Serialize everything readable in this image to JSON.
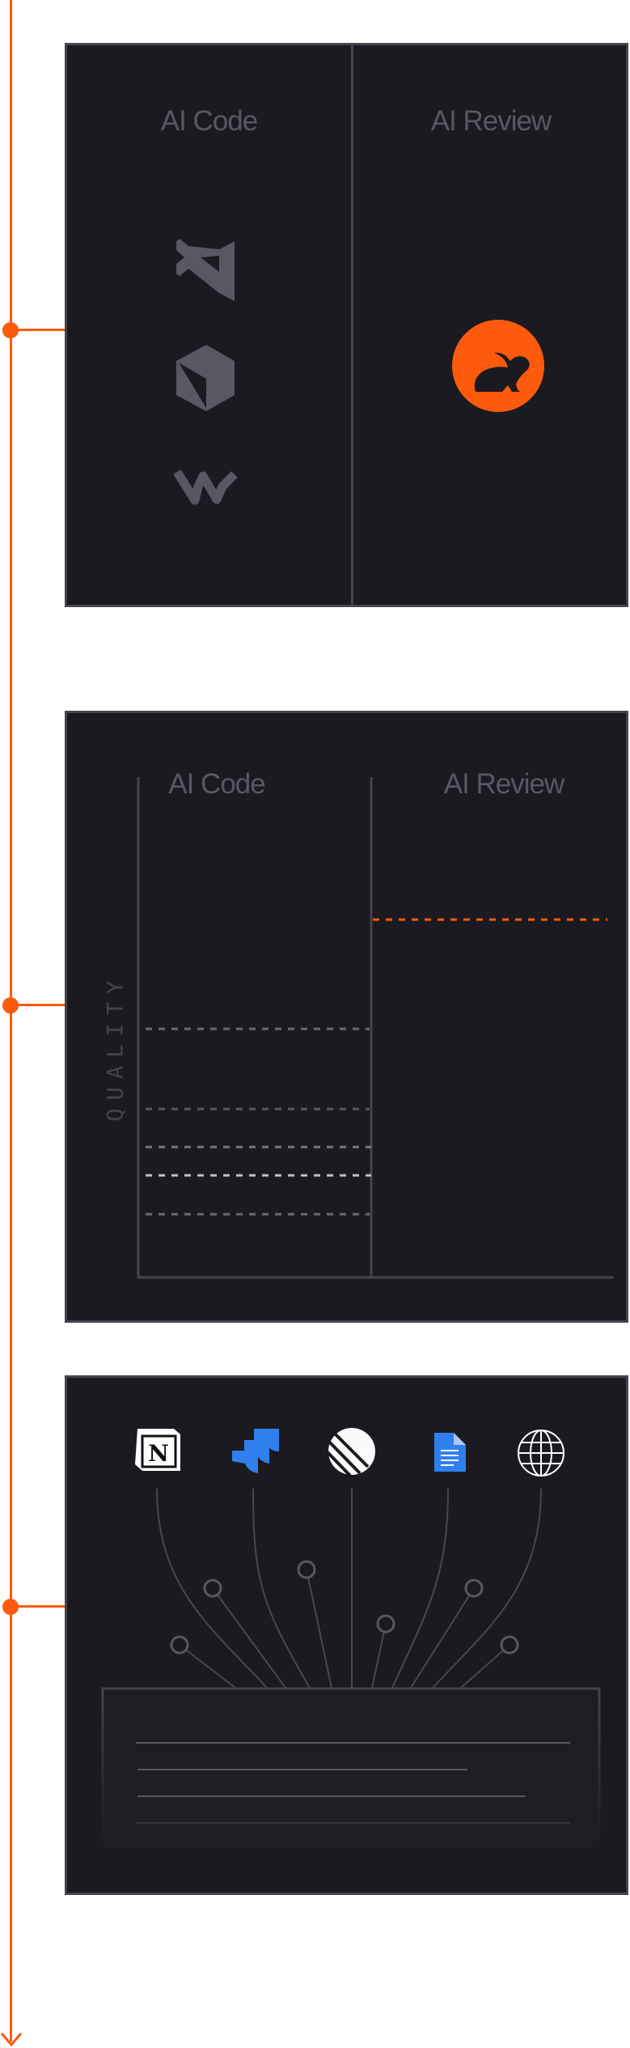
{
  "colors": {
    "accent": "#fd5a0e",
    "panel": "#1b1a20",
    "border": "#46424e",
    "muted": "#5b5664"
  },
  "panel1": {
    "left_label": "AI Code",
    "right_label": "AI Review",
    "left_icons": [
      "vscode-icon",
      "cursor-icon",
      "windsurf-icon"
    ],
    "right_icon": "coderabbit-icon"
  },
  "panel2": {
    "left_label": "AI Code",
    "right_label": "AI Review",
    "y_axis": "QUALITY"
  },
  "panel3": {
    "icons": [
      "notion-icon",
      "jira-icon",
      "linear-icon",
      "google-docs-icon",
      "globe-icon"
    ],
    "notion_letter": "N"
  }
}
